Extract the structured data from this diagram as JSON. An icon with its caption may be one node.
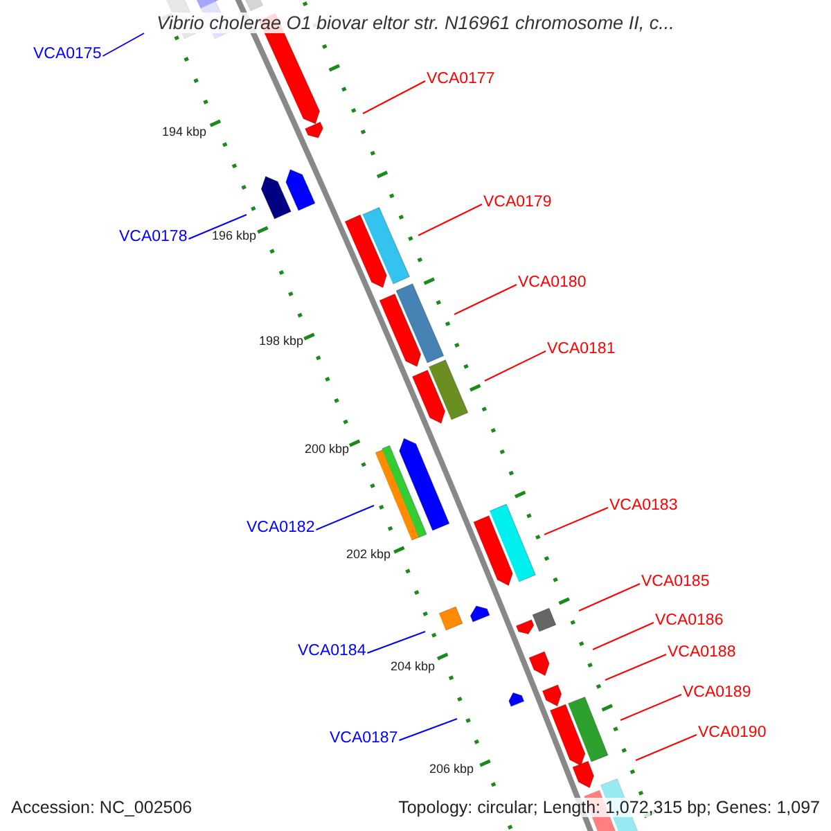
{
  "diagram": {
    "title": "Vibrio cholerae O1 biovar eltor str. N16961 chromosome II, c...",
    "nodes": [
      {
        "text": [
          "VCA0175"
        ]
      },
      {
        "text": [
          "VCA0177"
        ]
      },
      {
        "text": [
          "VCA0179"
        ]
      },
      {
        "text": [
          "VCA0178"
        ]
      },
      {
        "text": [
          "VCA0180"
        ]
      },
      {
        "text": [
          "VCA0181"
        ]
      },
      {
        "text": [
          "VCA0183"
        ]
      },
      {
        "text": [
          "VCA0182"
        ]
      },
      {
        "text": [
          "VCA0185"
        ]
      },
      {
        "text": [
          "VCA0186"
        ]
      },
      {
        "text": [
          "VCA0188"
        ]
      },
      {
        "text": [
          "VCA0184"
        ]
      },
      {
        "text": [
          "VCA0189"
        ]
      },
      {
        "text": [
          "VCA0190"
        ]
      },
      {
        "text": [
          "VCA0187"
        ]
      }
    ],
    "edges": [
      {
        "from": 0,
        "to": null,
        "arrow": "none",
        "color": "#0000ff"
      },
      {
        "from": 1,
        "to": null,
        "arrow": "none"
      },
      {
        "from": 2,
        "to": null,
        "arrow": "none"
      },
      {
        "from": 3,
        "to": null,
        "arrow": "none",
        "color": "#0000ff"
      },
      {
        "from": 4,
        "to": null,
        "arrow": "none"
      },
      {
        "from": 5,
        "to": null,
        "arrow": "none"
      },
      {
        "from": 6,
        "to": null,
        "arrow": "none"
      },
      {
        "from": 7,
        "to": null,
        "arrow": "none",
        "color": "#0000ff"
      },
      {
        "from": 8,
        "to": null,
        "arrow": "none"
      },
      {
        "from": 9,
        "to": null,
        "arrow": "none"
      },
      {
        "from": 10,
        "to": null,
        "arrow": "none"
      },
      {
        "from": 11,
        "to": null,
        "arrow": "none",
        "color": "#0000ff"
      },
      {
        "from": 12,
        "to": null,
        "arrow": "none"
      },
      {
        "from": 13,
        "to": null,
        "arrow": "none"
      },
      {
        "from": 14,
        "to": null,
        "arrow": "none",
        "color": "#0000ff"
      }
    ],
    "labels": [
      "194 kbp",
      "196 kbp",
      "198 kbp",
      "200 kbp",
      "202 kbp",
      "204 kbp",
      "206 kbp",
      "Accession: NC_002506",
      "Topology: circular; Length: 1,072,315 bp; Genes: 1,097"
    ]
  }
}
